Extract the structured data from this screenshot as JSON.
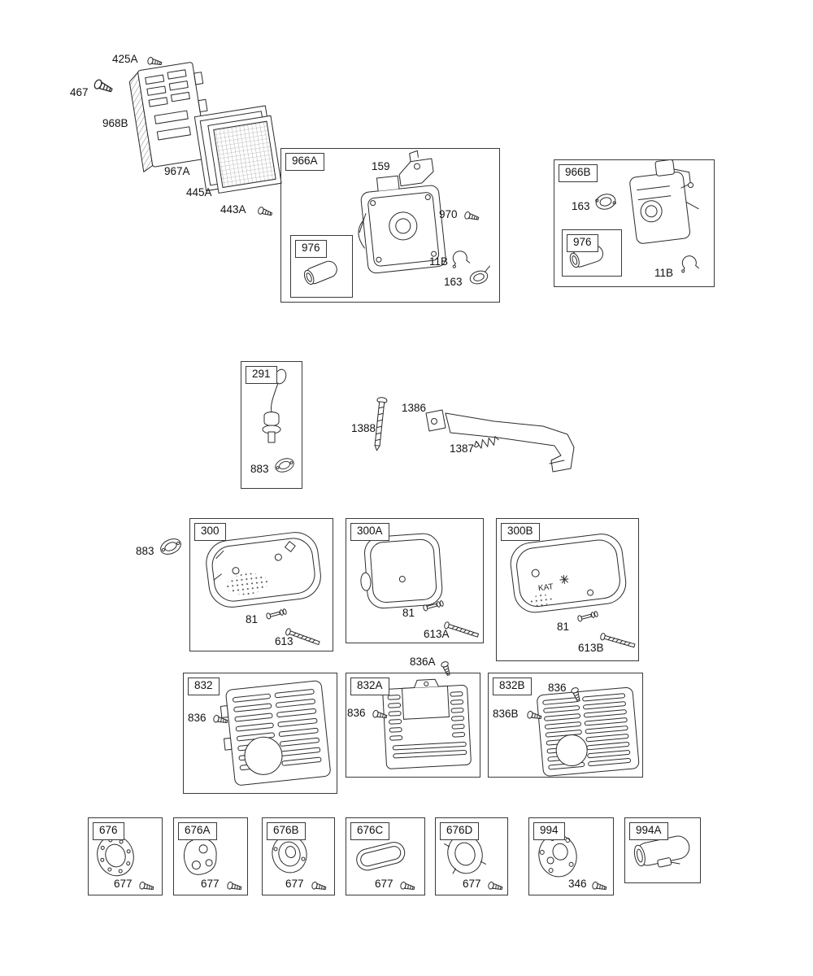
{
  "colors": {
    "background": "#ffffff",
    "line": "#2b2b2b"
  },
  "free_labels": {
    "l425A": "425A",
    "l467": "467",
    "l968B": "968B",
    "l967A": "967A",
    "l445A": "445A",
    "l443A": "443A",
    "l883": "883",
    "l836A": "836A",
    "l1388": "1388",
    "l1386": "1386",
    "l1387": "1387"
  },
  "boxes": {
    "b966A": {
      "label": "966A",
      "sub976": "976",
      "p159": "159",
      "p970": "970",
      "p11B": "11B",
      "p163": "163"
    },
    "b966B": {
      "label": "966B",
      "sub976": "976",
      "p163": "163",
      "p11B": "11B"
    },
    "b291": {
      "label": "291",
      "p883": "883"
    },
    "b300": {
      "label": "300",
      "p81": "81",
      "p613": "613"
    },
    "b300A": {
      "label": "300A",
      "p81": "81",
      "p613A": "613A"
    },
    "b300B": {
      "label": "300B",
      "p81": "81",
      "p613B": "613B",
      "kat": "KAT"
    },
    "b832": {
      "label": "832",
      "p836": "836"
    },
    "b832A": {
      "label": "832A",
      "p836": "836"
    },
    "b832B": {
      "label": "832B",
      "p836": "836",
      "p836B": "836B"
    },
    "b676": {
      "label": "676",
      "p677": "677"
    },
    "b676A": {
      "label": "676A",
      "p677": "677"
    },
    "b676B": {
      "label": "676B",
      "p677": "677"
    },
    "b676C": {
      "label": "676C",
      "p677": "677"
    },
    "b676D": {
      "label": "676D",
      "p677": "677"
    },
    "b994": {
      "label": "994",
      "p346": "346"
    },
    "b994A": {
      "label": "994A"
    }
  }
}
